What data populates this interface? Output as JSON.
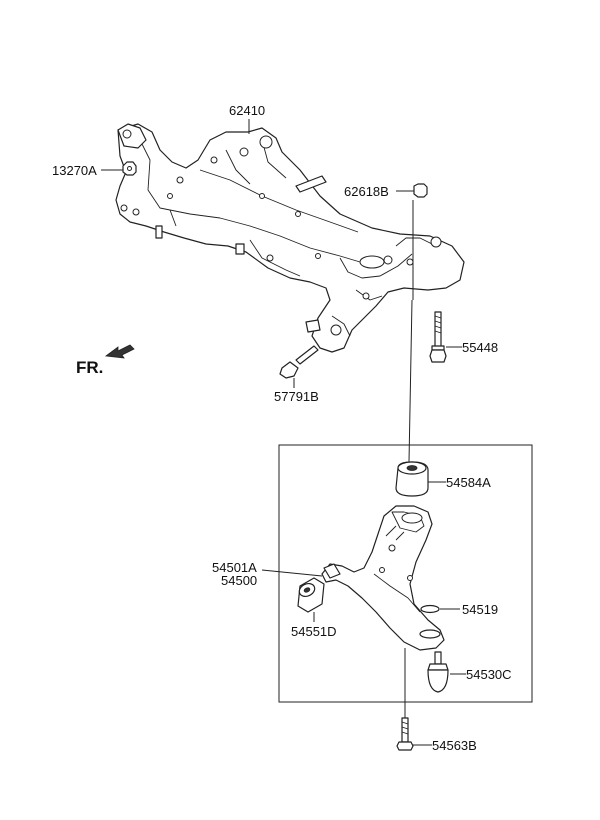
{
  "direction_label": "FR.",
  "parts": {
    "subframe": "62410",
    "nut": "13270A",
    "bolt_top": "62618B",
    "bolt_right": "55448",
    "bolt_front": "57791B",
    "bushing_upper": "54584A",
    "arm_a": "54501A",
    "arm_b": "54500",
    "bushing_front": "54551D",
    "clip": "54519",
    "ball_joint": "54530C",
    "bolt_bottom": "54563B"
  },
  "icons": {
    "direction_arrow": "arrow-icon"
  }
}
